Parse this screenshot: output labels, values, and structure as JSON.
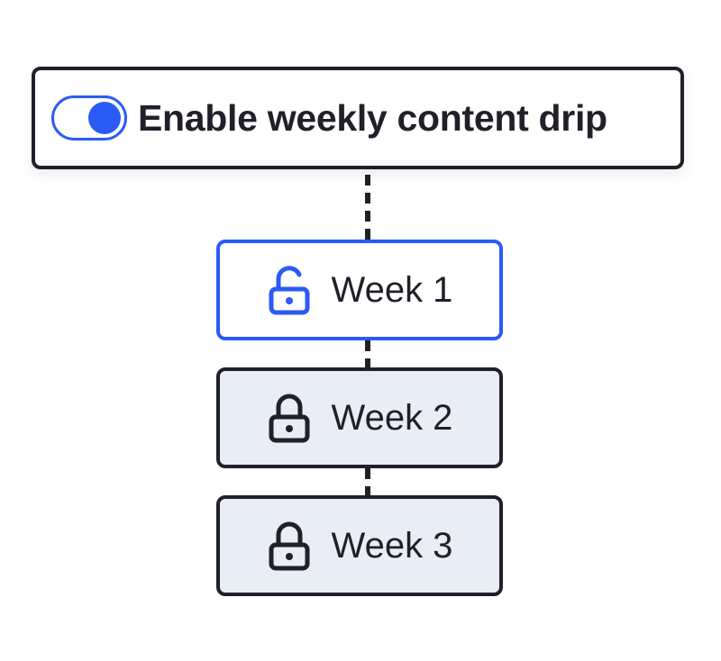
{
  "drip": {
    "label": "Enable weekly content drip",
    "toggle_on": true
  },
  "weeks": [
    {
      "label": "Week 1",
      "status": "unlocked",
      "icon": "unlock-icon"
    },
    {
      "label": "Week 2",
      "status": "locked",
      "icon": "lock-icon"
    },
    {
      "label": "Week 3",
      "status": "locked",
      "icon": "lock-icon"
    }
  ],
  "colors": {
    "accent": "#2a5bf5",
    "text": "#1f2029",
    "locked_bg": "#e9edf5"
  }
}
